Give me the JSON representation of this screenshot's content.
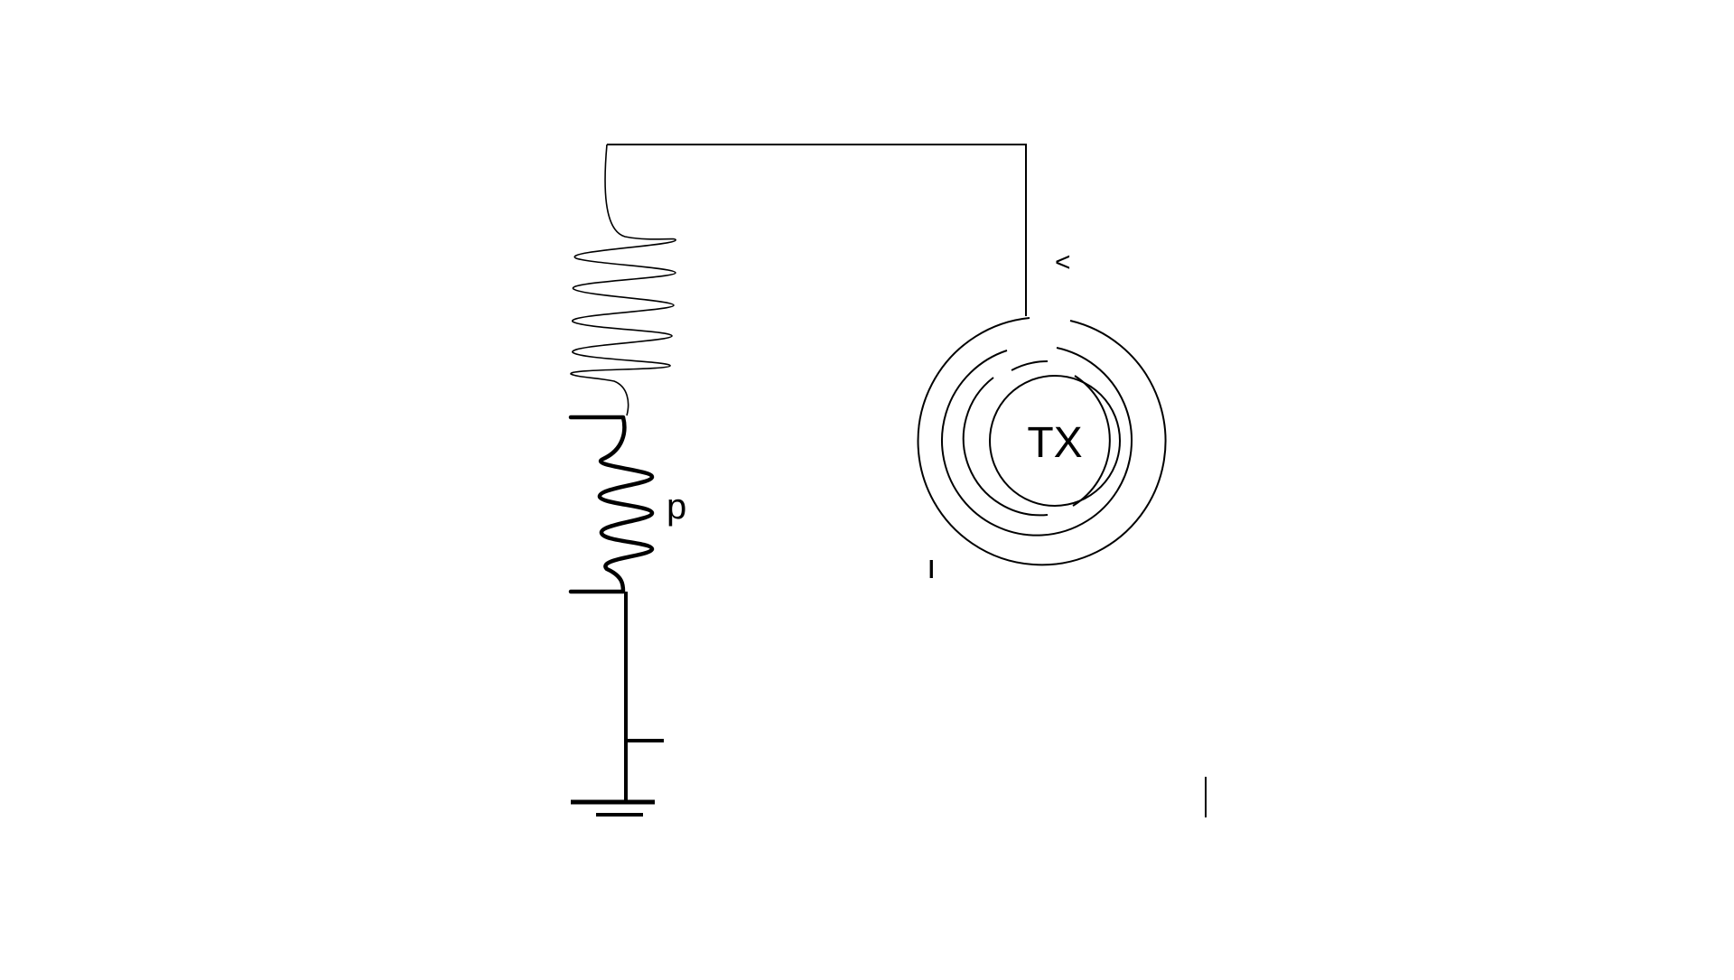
{
  "diagram": {
    "colors": {
      "background": "#ffffff",
      "line": "#000000"
    },
    "labels": {
      "transmitter": "TX",
      "resistor": "p",
      "node_mark": "ı",
      "arrow_mark": "<"
    },
    "components": [
      "top-wire",
      "coil-inductor",
      "zigzag-resistor",
      "ground-wire",
      "ground-symbol",
      "transmitter-circle"
    ]
  }
}
